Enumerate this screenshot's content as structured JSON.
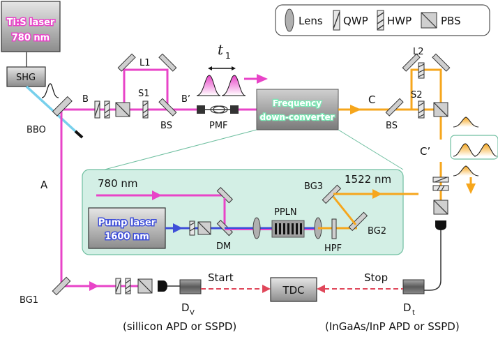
{
  "legend": {
    "lens": "Lens",
    "qwp": "QWP",
    "hwp": "HWP",
    "pbs": "PBS"
  },
  "sources": {
    "tis_line1": "Ti:S laser",
    "tis_line2": "780 nm",
    "shg": "SHG",
    "pump_line1": "Pump laser",
    "pump_line2": "1600 nm"
  },
  "converter": {
    "line1": "Frequency",
    "line2": "down-converter"
  },
  "labels": {
    "B": "B",
    "Bp": "B’",
    "A": "A",
    "C": "C",
    "Cp": "C’",
    "L1": "L1",
    "L2": "L2",
    "S1": "S1",
    "S2": "S2",
    "BS1": "BS",
    "BS2": "BS",
    "BBO": "BBO",
    "PMF": "PMF",
    "BG1": "BG1",
    "BG2": "BG2",
    "BG3": "BG3",
    "DM": "DM",
    "PPLN": "PPLN",
    "HPF": "HPF",
    "in_wl": "780 nm",
    "out_wl": "1522 nm",
    "t_sym": "t",
    "t_sub": "1",
    "start": "Start",
    "stop": "Stop",
    "tdc": "TDC",
    "dv": "D",
    "dv_sub": "V",
    "dt": "D",
    "dt_sub": "t",
    "dv_desc": "(sillicon APD or SSPD)",
    "dt_desc": "(InGaAs/InP APD or SSPD)"
  },
  "colors": {
    "magenta": "#e844c8",
    "orange": "#f6a61c",
    "cyan": "#77d0ec",
    "blue": "#3f4fd8",
    "inset_fill": "#d3efe5",
    "inset_edge": "#6fbfa0",
    "dashed_red": "#e0475a"
  }
}
